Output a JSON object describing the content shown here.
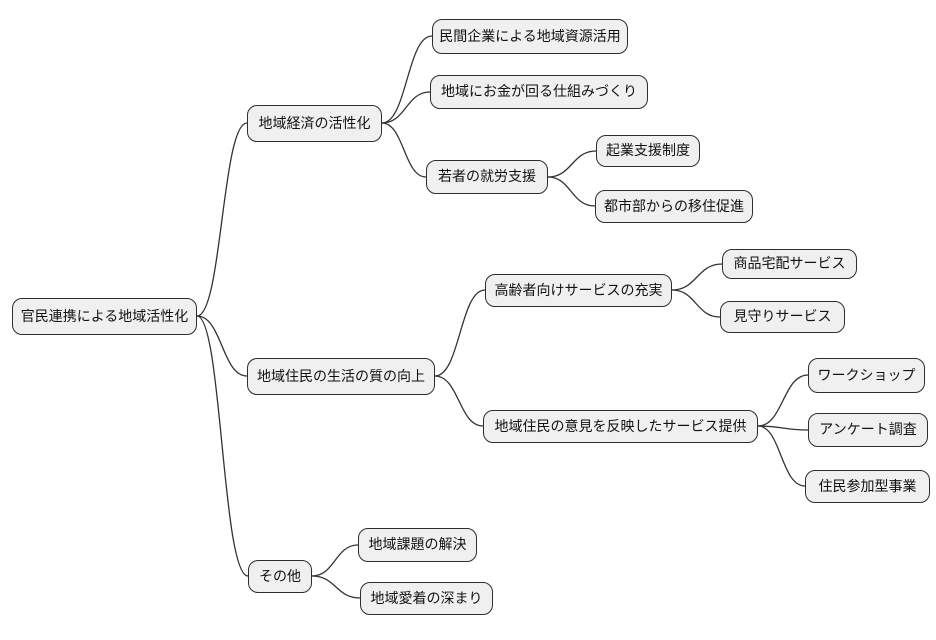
{
  "diagram": {
    "type": "mindmap",
    "background": "#ffffff",
    "node_fill": "#f0f0f0",
    "node_border": "#2e2e2e",
    "edge_color": "#333333",
    "root": {
      "label": "官民連携による地域活性化",
      "children": [
        {
          "label": "地域経済の活性化",
          "children": [
            {
              "label": "民間企業による地域資源活用",
              "children": []
            },
            {
              "label": "地域にお金が回る仕組みづくり",
              "children": []
            },
            {
              "label": "若者の就労支援",
              "children": [
                {
                  "label": "起業支援制度",
                  "children": []
                },
                {
                  "label": "都市部からの移住促進",
                  "children": []
                }
              ]
            }
          ]
        },
        {
          "label": "地域住民の生活の質の向上",
          "children": [
            {
              "label": "高齢者向けサービスの充実",
              "children": [
                {
                  "label": "商品宅配サービス",
                  "children": []
                },
                {
                  "label": "見守りサービス",
                  "children": []
                }
              ]
            },
            {
              "label": "地域住民の意見を反映したサービス提供",
              "children": [
                {
                  "label": "ワークショップ",
                  "children": []
                },
                {
                  "label": "アンケート調査",
                  "children": []
                },
                {
                  "label": "住民参加型事業",
                  "children": []
                }
              ]
            }
          ]
        },
        {
          "label": "その他",
          "children": [
            {
              "label": "地域課題の解決",
              "children": []
            },
            {
              "label": "地域愛着の深まり",
              "children": []
            }
          ]
        }
      ]
    }
  }
}
